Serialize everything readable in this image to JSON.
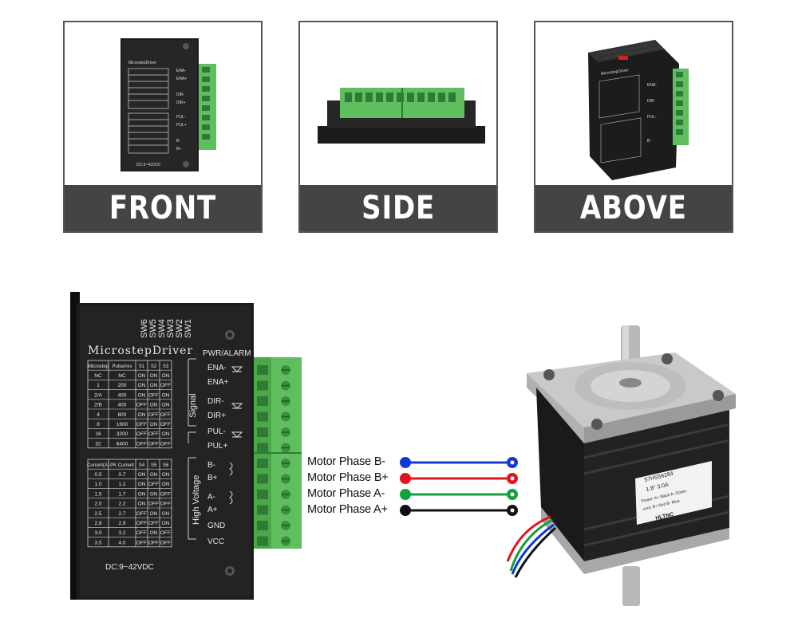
{
  "views": [
    {
      "id": "front",
      "label": "FRONT"
    },
    {
      "id": "side",
      "label": "SIDE"
    },
    {
      "id": "above",
      "label": "ABOVE"
    }
  ],
  "driver": {
    "brand": "MicrostepDriver",
    "supply": "DC:9~42VDC",
    "pwr_alarm": "PWR/ALARM",
    "signal_label": "Signal",
    "high_voltage_label": "High Voltage",
    "switch_labels": [
      "SW6",
      "SW5",
      "SW4",
      "SW3",
      "SW2",
      "SW1"
    ],
    "signal_terminals": [
      "ENA-",
      "ENA+",
      "DIR-",
      "DIR+",
      "PUL-",
      "PUL+"
    ],
    "power_terminals": [
      "B-",
      "B+",
      "A-",
      "A+",
      "GND",
      "VCC"
    ],
    "microstep_table": {
      "headers": [
        "Microstep",
        "Pulse/rev",
        "S1",
        "S2",
        "S3"
      ],
      "rows": [
        [
          "NC",
          "NC",
          "ON",
          "ON",
          "ON"
        ],
        [
          "1",
          "200",
          "ON",
          "ON",
          "OFF"
        ],
        [
          "2/A",
          "400",
          "ON",
          "OFF",
          "ON"
        ],
        [
          "2/B",
          "400",
          "OFF",
          "ON",
          "ON"
        ],
        [
          "4",
          "800",
          "ON",
          "OFF",
          "OFF"
        ],
        [
          "8",
          "1600",
          "OFF",
          "ON",
          "OFF"
        ],
        [
          "16",
          "3200",
          "OFF",
          "OFF",
          "ON"
        ],
        [
          "32",
          "6400",
          "OFF",
          "OFF",
          "OFF"
        ]
      ]
    },
    "current_table": {
      "headers": [
        "Current(A)",
        "PK Current",
        "S4",
        "S5",
        "S6"
      ],
      "rows": [
        [
          "0.5",
          "0.7",
          "ON",
          "ON",
          "ON"
        ],
        [
          "1.0",
          "1.2",
          "ON",
          "OFF",
          "ON"
        ],
        [
          "1.5",
          "1.7",
          "ON",
          "ON",
          "OFF"
        ],
        [
          "2.0",
          "2.2",
          "ON",
          "OFF",
          "OFF"
        ],
        [
          "2.5",
          "2.7",
          "OFF",
          "ON",
          "ON"
        ],
        [
          "2.8",
          "2.9",
          "OFF",
          "OFF",
          "ON"
        ],
        [
          "3.0",
          "3.2",
          "OFF",
          "ON",
          "OFF"
        ],
        [
          "3.5",
          "4.0",
          "OFF",
          "OFF",
          "OFF"
        ]
      ]
    }
  },
  "wiring": [
    {
      "label": "Motor Phase B-",
      "color": "#1238d6"
    },
    {
      "label": "Motor Phase B+",
      "color": "#e0141c"
    },
    {
      "label": "Motor Phase A-",
      "color": "#12a040"
    },
    {
      "label": "Motor Phase A+",
      "color": "#111111"
    }
  ],
  "motor": {
    "label_line1": "57HS56284",
    "label_line2": "1.8°  3.0A",
    "label_line3": "Power: A+ Black  A- Green",
    "label_line4": "cord:  B+ Red    B- Blue",
    "label_brand": "HLTNC"
  },
  "colors": {
    "caption_bg": "#444444",
    "terminal_green": "#5fbf5f",
    "driver_body": "#1c1c1c"
  }
}
